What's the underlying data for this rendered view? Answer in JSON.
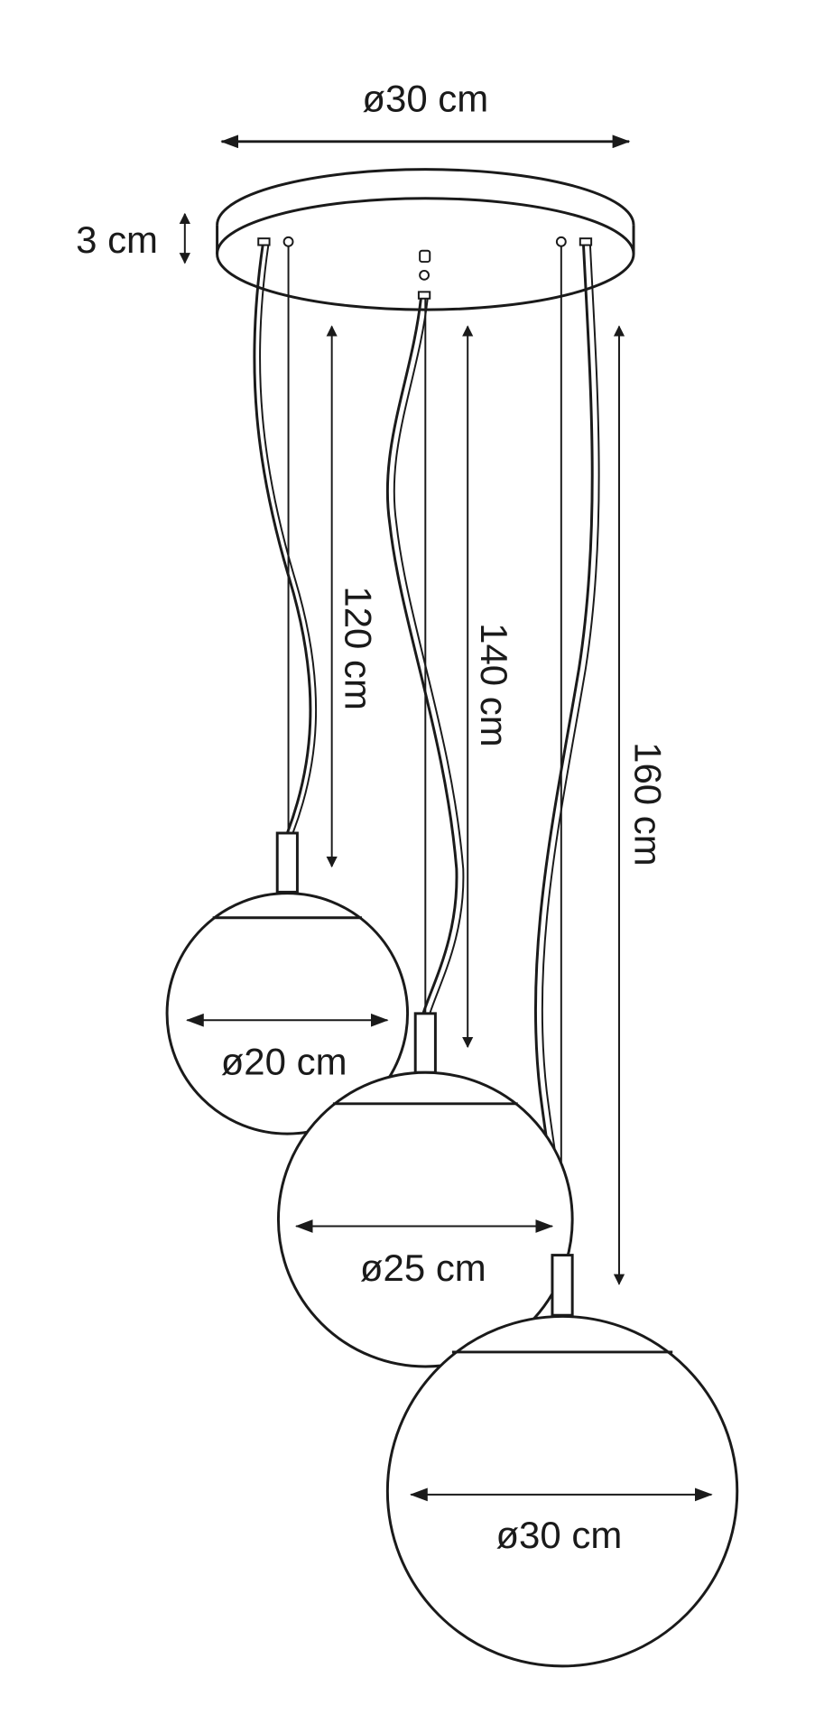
{
  "canopy": {
    "diameter_label": "ø30 cm",
    "height_label": "3 cm"
  },
  "pendants": [
    {
      "length_label": "120 cm",
      "diameter_label": "ø20 cm"
    },
    {
      "length_label": "140 cm",
      "diameter_label": "ø25 cm"
    },
    {
      "length_label": "160 cm",
      "diameter_label": "ø30 cm"
    }
  ],
  "colors": {
    "line": "#1a1a1a",
    "background": "#ffffff"
  }
}
